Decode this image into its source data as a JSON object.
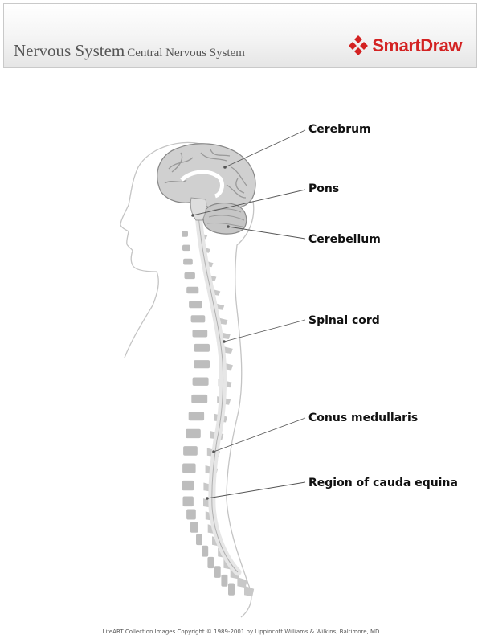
{
  "header": {
    "title": "Nervous System",
    "subtitle": "Central Nervous System",
    "brand": "SmartDraw",
    "brand_color": "#d32222",
    "logo_icon": "diamond-cluster-icon"
  },
  "labels": {
    "cerebrum": "Cerebrum",
    "pons": "Pons",
    "cerebellum": "Cerebellum",
    "spinal_cord": "Spinal cord",
    "conus_medullaris": "Conus medullaris",
    "cauda_equina": "Region of cauda equina"
  },
  "footer": {
    "copyright": "LifeART Collection Images Copyright © 1989-2001 by Lippincott Williams & Wilkins, Baltimore, MD"
  }
}
